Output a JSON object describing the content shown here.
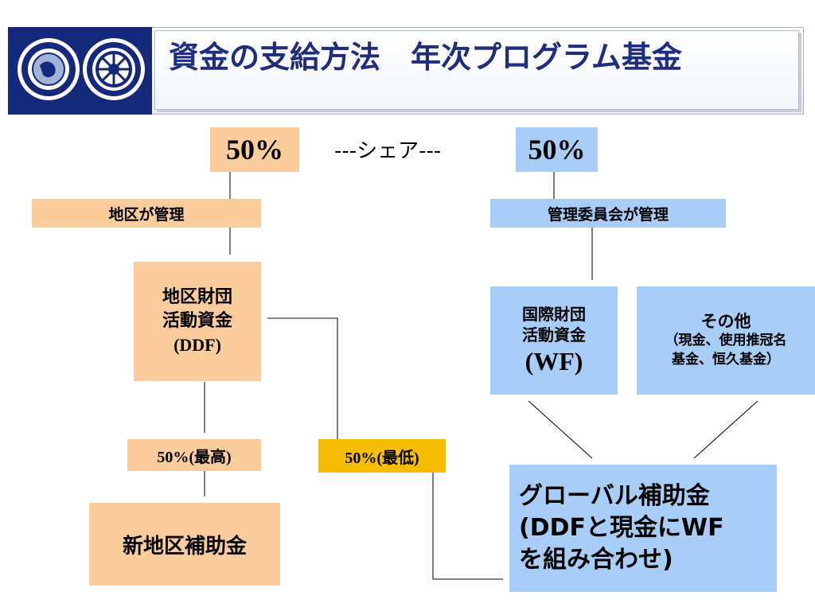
{
  "header": {
    "title": "資金の支給方法　年次プログラム基金",
    "logos": [
      "rotary-foundation-emblem",
      "rotary-international-emblem"
    ]
  },
  "diagram": {
    "share_label": "---シェア---",
    "left": {
      "percent": "50%",
      "managed_by": "地区が管理",
      "fund_line1": "地区財団",
      "fund_line2": "活動資金",
      "fund_line3": "(DDF)",
      "split_max": "50%(最高)",
      "split_min": "50%(最低)",
      "new_grant": "新地区補助金"
    },
    "right": {
      "percent": "50%",
      "managed_by": "管理委員会が管理",
      "wf_line1": "国際財団",
      "wf_line2": "活動資金",
      "wf_line3": "(WF)",
      "other_line1": "その他",
      "other_line2": "（現金、使用推冠名",
      "other_line3": "基金、恒久基金）"
    },
    "global_grant": {
      "line1": "グローバル補助金",
      "line2": "(DDFと現金にWF",
      "line3": "を組み合わせ)"
    }
  },
  "colors": {
    "orange": "#fbcc9c",
    "blue": "#a8cdf6",
    "gold": "#f7bd00",
    "title_blue": "#1e2d7c",
    "logo_navy": "#14297a"
  }
}
